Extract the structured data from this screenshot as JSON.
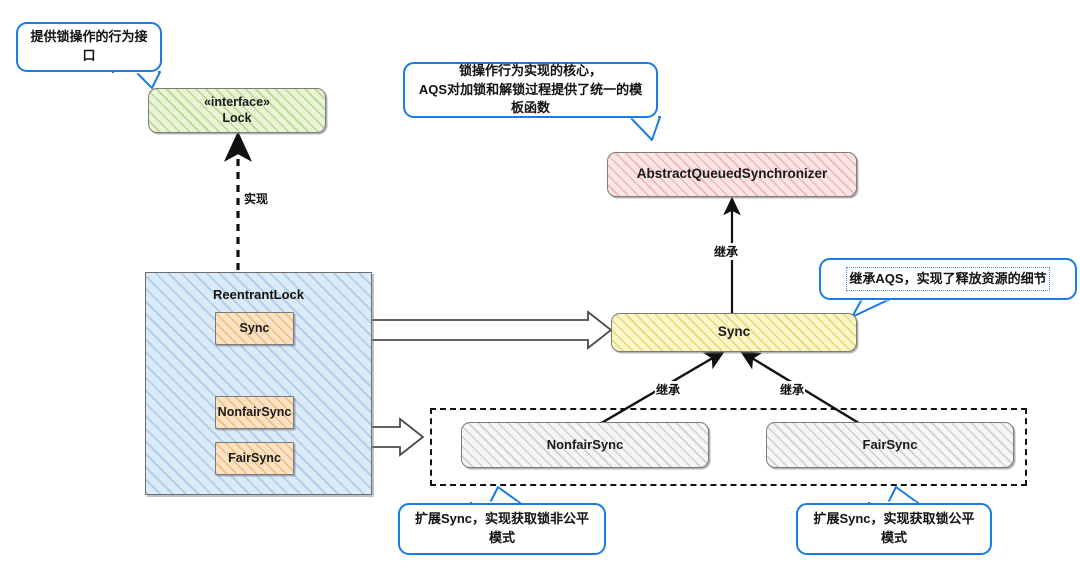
{
  "diagram": {
    "title": "ReentrantLock / AbstractQueuedSynchronizer class relationship",
    "accent_callout_color": "#1a7ae8",
    "nodes": {
      "lock_interface": {
        "stereotype": "«interface»",
        "name": "Lock",
        "fill": "#e9f3d6"
      },
      "aqs": {
        "name": "AbstractQueuedSynchronizer",
        "fill": "#fbe4e4"
      },
      "sync_outer": {
        "name": "Sync",
        "fill": "#fbf6c8"
      },
      "reentrantlock": {
        "name": "ReentrantLock",
        "fill": "#dbeaf7"
      },
      "inner_sync": {
        "name": "Sync",
        "fill": "#fbe2c4"
      },
      "inner_nonfairsync": {
        "name": "NonfairSync",
        "fill": "#fbe2c4"
      },
      "inner_fairsync": {
        "name": "FairSync",
        "fill": "#fbe2c4"
      },
      "nonfairsync": {
        "name": "NonfairSync",
        "fill": "#f5f5f5"
      },
      "fairsync": {
        "name": "FairSync",
        "fill": "#f5f5f5"
      }
    },
    "edge_labels": {
      "implements": "实现",
      "extends_aqs": "继承",
      "extends_nonfair": "继承",
      "extends_fair": "继承"
    },
    "callouts": {
      "lock_note": "提供锁操作的行为接口",
      "aqs_note": "锁操作行为实现的核心，\nAQS对加锁和解锁过程提供了统一的模板函数",
      "sync_note": "继承AQS，实现了释放资源的细节",
      "nonfair_note": "扩展Sync，实现获取锁非公平模式",
      "fair_note": "扩展Sync，实现获取锁公平模式"
    }
  }
}
